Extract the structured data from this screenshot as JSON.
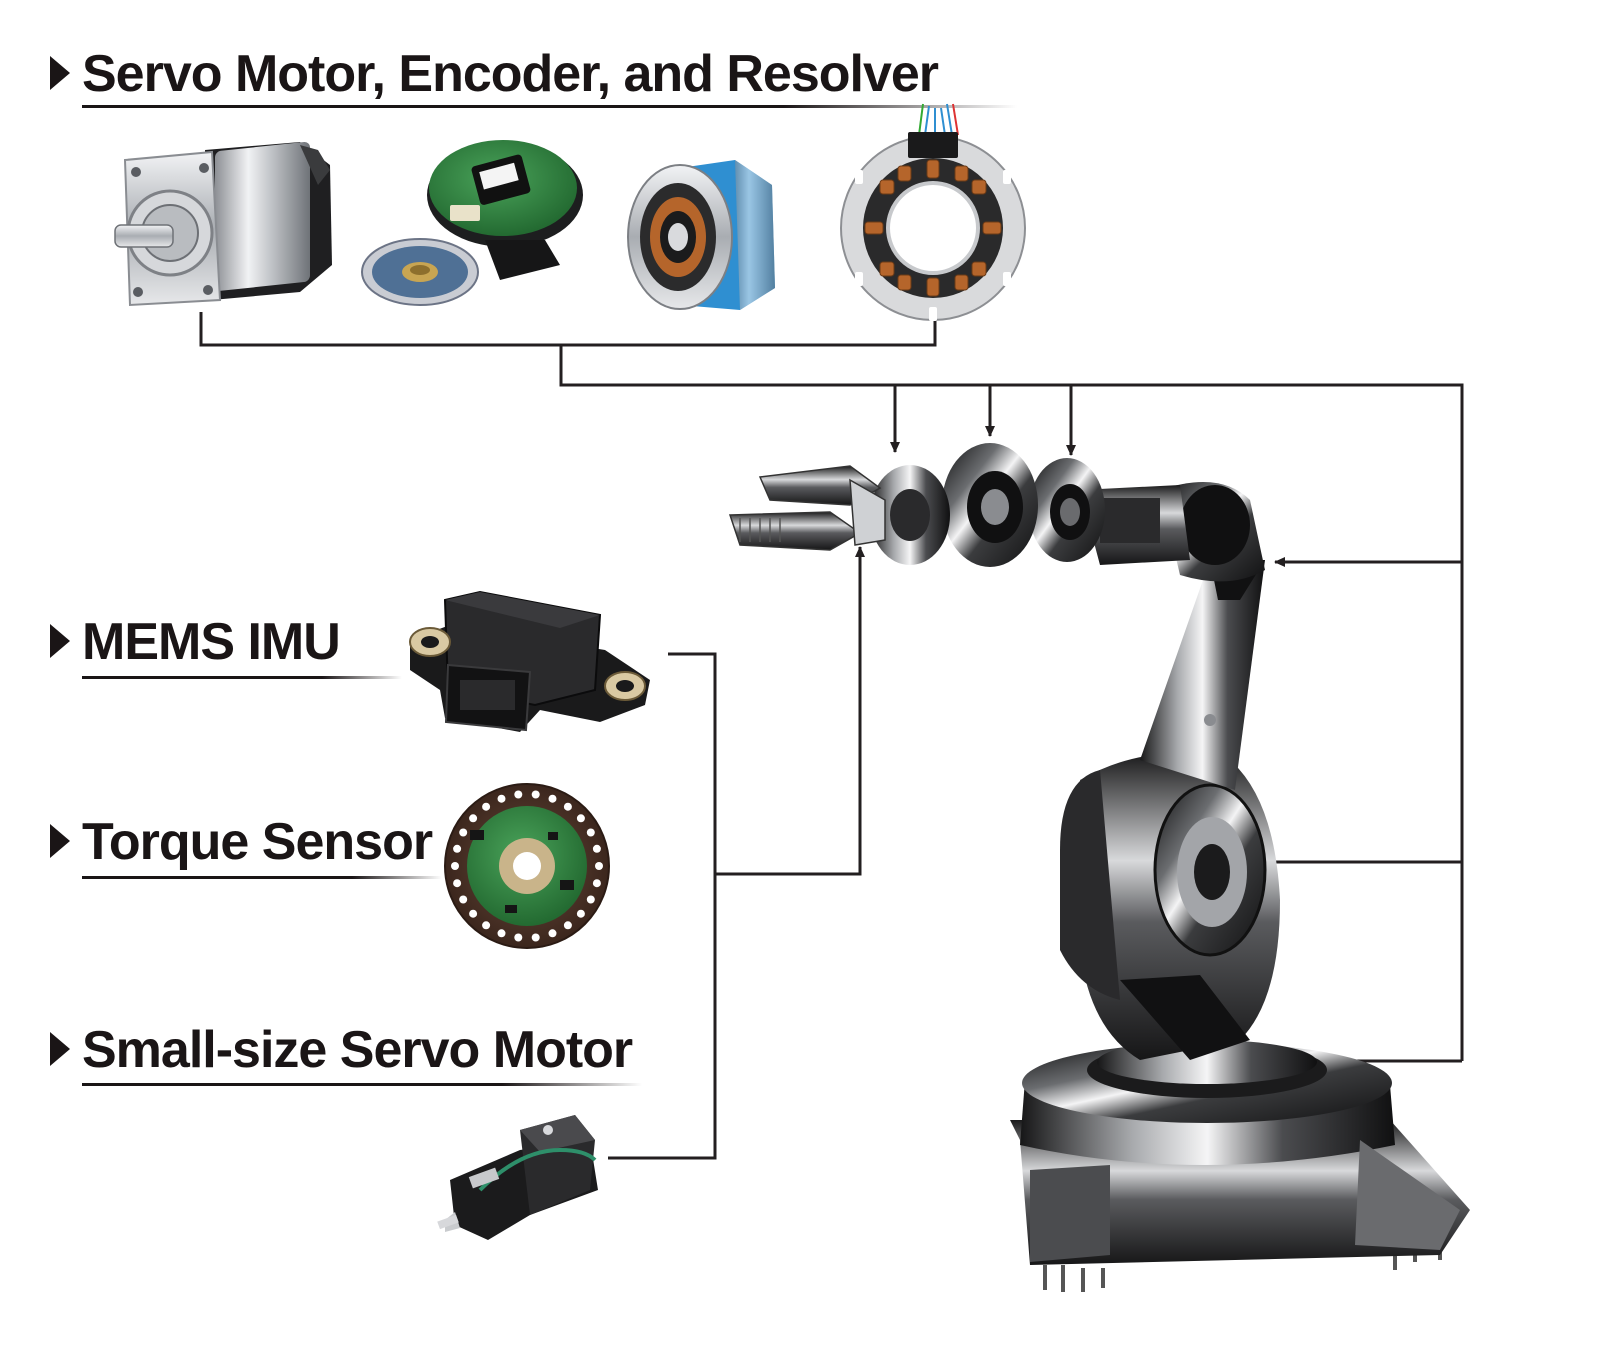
{
  "sections": {
    "servo_encoder_resolver": {
      "title": "Servo Motor, Encoder, and Resolver"
    },
    "mems_imu": {
      "title": "MEMS IMU"
    },
    "torque_sensor": {
      "title": "Torque Sensor"
    },
    "small_servo": {
      "title": "Small-size Servo Motor"
    }
  },
  "products": {
    "servo_motor": {
      "icon": "servo-motor-icon"
    },
    "optical_encoder": {
      "icon": "optical-encoder-icon"
    },
    "rotary_encoder": {
      "icon": "rotary-encoder-icon"
    },
    "resolver": {
      "icon": "resolver-stator-icon"
    },
    "mems_imu": {
      "icon": "mems-imu-module-icon"
    },
    "torque_sensor": {
      "icon": "torque-sensor-disk-icon"
    },
    "small_servo": {
      "icon": "small-servo-motor-icon"
    },
    "robot_arm": {
      "icon": "industrial-robot-arm-icon"
    }
  },
  "colors": {
    "ink": "#1a1516",
    "line": "#231f20",
    "metal_light": "#e2e4e7",
    "metal_dark": "#1d1d1f",
    "pcb_green": "#2f7a3b",
    "brown_disk": "#4a3328",
    "copper": "#b5652b",
    "blue_label": "#2f8fd1"
  }
}
